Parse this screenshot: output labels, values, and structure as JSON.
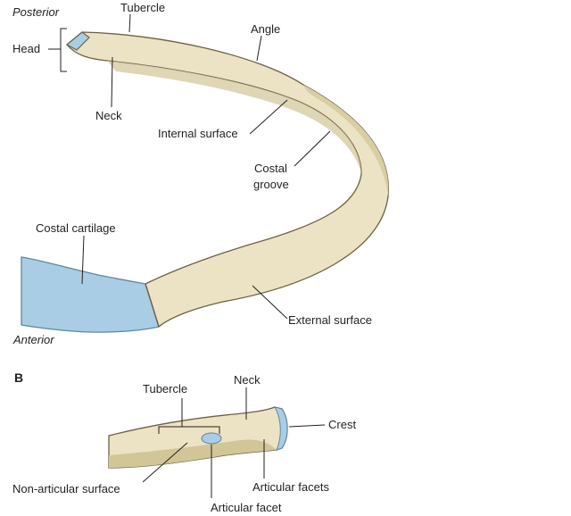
{
  "panel_a": {
    "orientation_top": "Posterior",
    "orientation_bottom": "Anterior",
    "labels": {
      "head": "Head",
      "tubercle": "Tubercle",
      "neck": "Neck",
      "angle": "Angle",
      "internal_surface": "Internal surface",
      "costal_groove_line1": "Costal",
      "costal_groove_line2": "groove",
      "costal_cartilage": "Costal cartilage",
      "external_surface": "External surface"
    }
  },
  "panel_b": {
    "panel_letter": "B",
    "labels": {
      "tubercle": "Tubercle",
      "neck": "Neck",
      "crest": "Crest",
      "non_articular_surface": "Non-articular surface",
      "articular_facets": "Articular facets",
      "articular_facet": "Articular facet"
    }
  },
  "colors": {
    "bone_fill": "#ece3c4",
    "bone_shadow": "#c9bc92",
    "bone_outline": "#6b6146",
    "cartilage_fill": "#a9cde4",
    "cartilage_outline": "#5e86a3"
  }
}
